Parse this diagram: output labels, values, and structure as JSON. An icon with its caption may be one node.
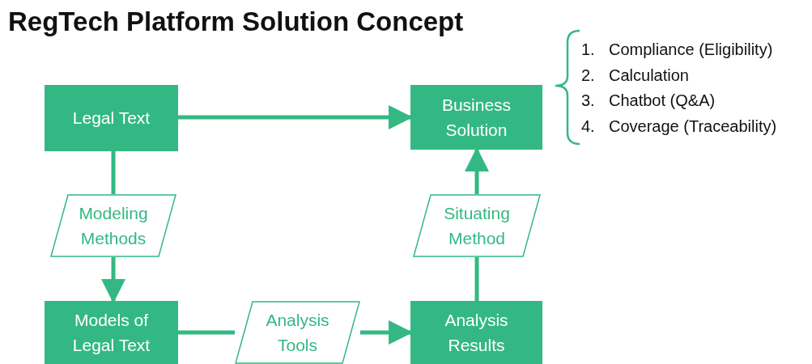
{
  "diagram": {
    "title": "RegTech Platform Solution Concept",
    "nodes": [
      {
        "text": [
          "Legal Text"
        ]
      },
      {
        "text": [
          "Business Solution"
        ]
      },
      {
        "text": [
          "Modeling Methods"
        ]
      },
      {
        "text": [
          "Situating Method"
        ]
      },
      {
        "text": [
          "Models of Legal Text"
        ]
      },
      {
        "text": [
          "Analysis Tools"
        ]
      },
      {
        "text": [
          "Analysis Results"
        ]
      }
    ],
    "edges": [
      {
        "from": 0,
        "to": 1,
        "arrow": "to"
      },
      {
        "from": 0,
        "to": 2,
        "arrow": "none"
      },
      {
        "from": 2,
        "to": 4,
        "arrow": "to"
      },
      {
        "from": 4,
        "to": 5,
        "arrow": "none"
      },
      {
        "from": 5,
        "to": 6,
        "arrow": "to"
      },
      {
        "from": 6,
        "to": 3,
        "arrow": "none"
      },
      {
        "from": 3,
        "to": 1,
        "arrow": "to"
      }
    ],
    "labels": [
      "1.",
      "Compliance (Eligibility)",
      "2.",
      "Calculation",
      "3.",
      "Chatbot (Q&A)",
      "4.",
      "Coverage (Traceability)"
    ]
  }
}
